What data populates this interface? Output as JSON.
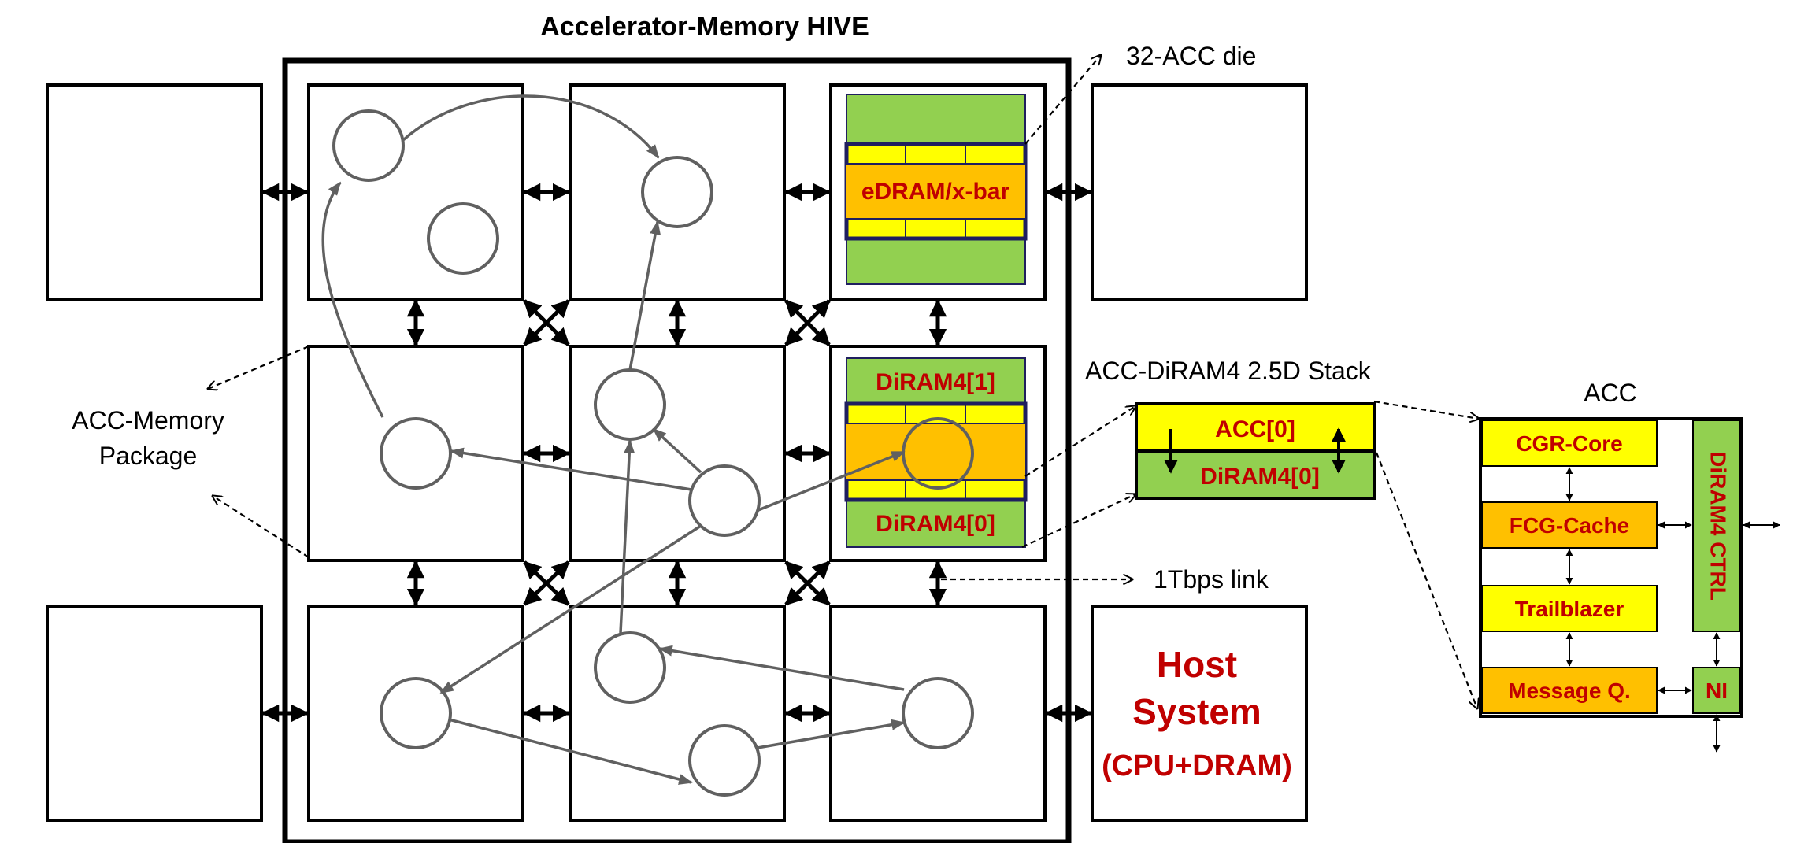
{
  "title": "Accelerator-Memory HIVE",
  "labels": {
    "die": "32-ACC die",
    "package_line1": "ACC-Memory",
    "package_line2": "Package",
    "stack": "ACC-DiRAM4 2.5D Stack",
    "link": "1Tbps link",
    "acc": "ACC"
  },
  "die_detail": {
    "edram": "eDRAM/x-bar",
    "diram_top": "DiRAM4[1]",
    "diram_bottom": "DiRAM4[0]"
  },
  "host": {
    "line1": "Host",
    "line2": "System",
    "line3": "(CPU+DRAM)"
  },
  "stack_detail": {
    "acc": "ACC[0]",
    "diram": "DiRAM4[0]"
  },
  "acc_detail": {
    "cgr_core": "CGR-Core",
    "fcg_cache": "FCG-Cache",
    "trailblazer": "Trailblazer",
    "message_q": "Message Q.",
    "diram_ctrl": "DiRAM4 CTRL",
    "ni": "NI"
  },
  "colors": {
    "green": "#92d050",
    "yellow": "#ffff00",
    "orange": "#ffc000",
    "red_text": "#c00000",
    "navy": "#1f1f5f",
    "gray": "#606060"
  }
}
